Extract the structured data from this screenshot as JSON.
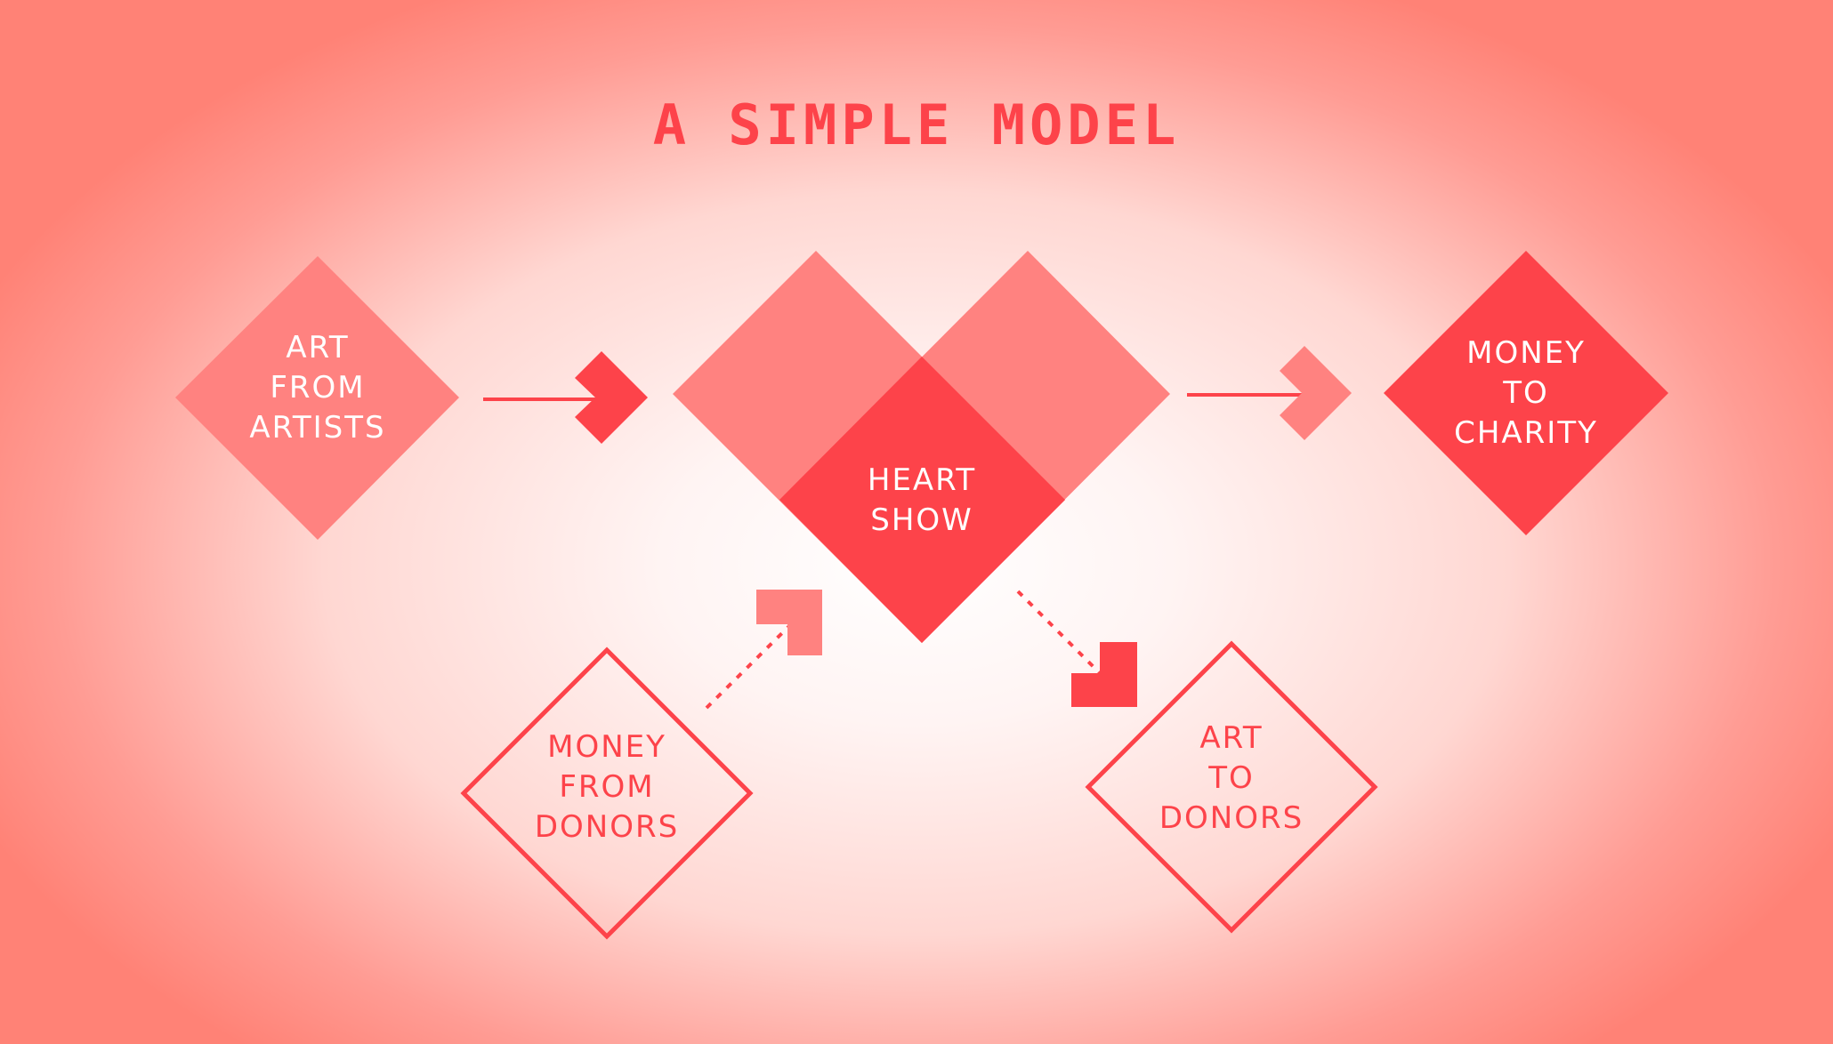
{
  "title": "A SIMPLE MODEL",
  "colors": {
    "primary": "#fd434a",
    "light": "#ff8280",
    "white": "#ffffff"
  },
  "nodes": {
    "art_from_artists": {
      "lines": [
        "ART",
        "FROM",
        "ARTISTS"
      ]
    },
    "heart_show": {
      "lines": [
        "HEART",
        "SHOW"
      ]
    },
    "money_to_charity": {
      "lines": [
        "MONEY",
        "TO",
        "CHARITY"
      ]
    },
    "money_from_donors": {
      "lines": [
        "MONEY",
        "FROM",
        "DONORS"
      ]
    },
    "art_to_donors": {
      "lines": [
        "ART",
        "TO",
        "DONORS"
      ]
    }
  }
}
